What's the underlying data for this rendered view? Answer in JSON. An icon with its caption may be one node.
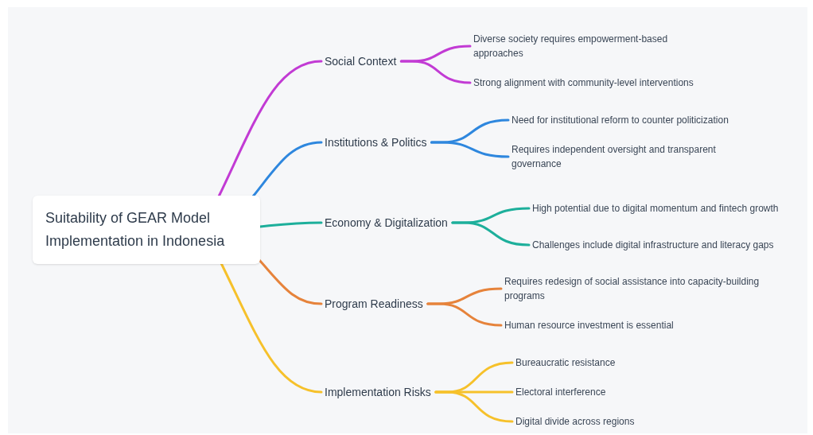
{
  "diagram": {
    "nodes": [
      {
        "text": [
          "Suitability of GEAR Model Implementation in Indonesia"
        ]
      },
      {
        "text": [
          "Social Context"
        ]
      },
      {
        "text": [
          "Diverse society requires empowerment-based approaches"
        ]
      },
      {
        "text": [
          "Strong alignment with community-level interventions"
        ]
      },
      {
        "text": [
          "Institutions & Politics"
        ]
      },
      {
        "text": [
          "Need for institutional reform to counter politicization"
        ]
      },
      {
        "text": [
          "Requires independent oversight and transparent governance"
        ]
      },
      {
        "text": [
          "Economy & Digitalization"
        ]
      },
      {
        "text": [
          "High potential due to digital momentum and fintech growth"
        ]
      },
      {
        "text": [
          "Challenges include digital infrastructure and literacy gaps"
        ]
      },
      {
        "text": [
          "Program Readiness"
        ]
      },
      {
        "text": [
          "Requires redesign of social assistance into capacity-building programs"
        ]
      },
      {
        "text": [
          "Human resource investment is essential"
        ]
      },
      {
        "text": [
          "Implementation Risks"
        ]
      },
      {
        "text": [
          "Bureaucratic resistance"
        ]
      },
      {
        "text": [
          "Electoral interference"
        ]
      },
      {
        "text": [
          "Digital divide across regions"
        ]
      }
    ],
    "edges": [
      {
        "from": 0,
        "to": 1,
        "arrow": "none",
        "color": "#c23bd4"
      },
      {
        "from": 1,
        "to": 2,
        "arrow": "none",
        "color": "#c23bd4"
      },
      {
        "from": 1,
        "to": 3,
        "arrow": "none",
        "color": "#c23bd4"
      },
      {
        "from": 0,
        "to": 4,
        "arrow": "none",
        "color": "#2e87de"
      },
      {
        "from": 4,
        "to": 5,
        "arrow": "none",
        "color": "#2e87de"
      },
      {
        "from": 4,
        "to": 6,
        "arrow": "none",
        "color": "#2e87de"
      },
      {
        "from": 0,
        "to": 7,
        "arrow": "none",
        "color": "#1daf9b"
      },
      {
        "from": 7,
        "to": 8,
        "arrow": "none",
        "color": "#1daf9b"
      },
      {
        "from": 7,
        "to": 9,
        "arrow": "none",
        "color": "#1daf9b"
      },
      {
        "from": 0,
        "to": 10,
        "arrow": "none",
        "color": "#e6833b"
      },
      {
        "from": 10,
        "to": 11,
        "arrow": "none",
        "color": "#e6833b"
      },
      {
        "from": 10,
        "to": 12,
        "arrow": "none",
        "color": "#e6833b"
      },
      {
        "from": 0,
        "to": 13,
        "arrow": "none",
        "color": "#f6c12b"
      },
      {
        "from": 13,
        "to": 14,
        "arrow": "none",
        "color": "#f6c12b"
      },
      {
        "from": 13,
        "to": 15,
        "arrow": "none",
        "color": "#f6c12b"
      },
      {
        "from": 13,
        "to": 16,
        "arrow": "none",
        "color": "#f6c12b"
      }
    ]
  }
}
